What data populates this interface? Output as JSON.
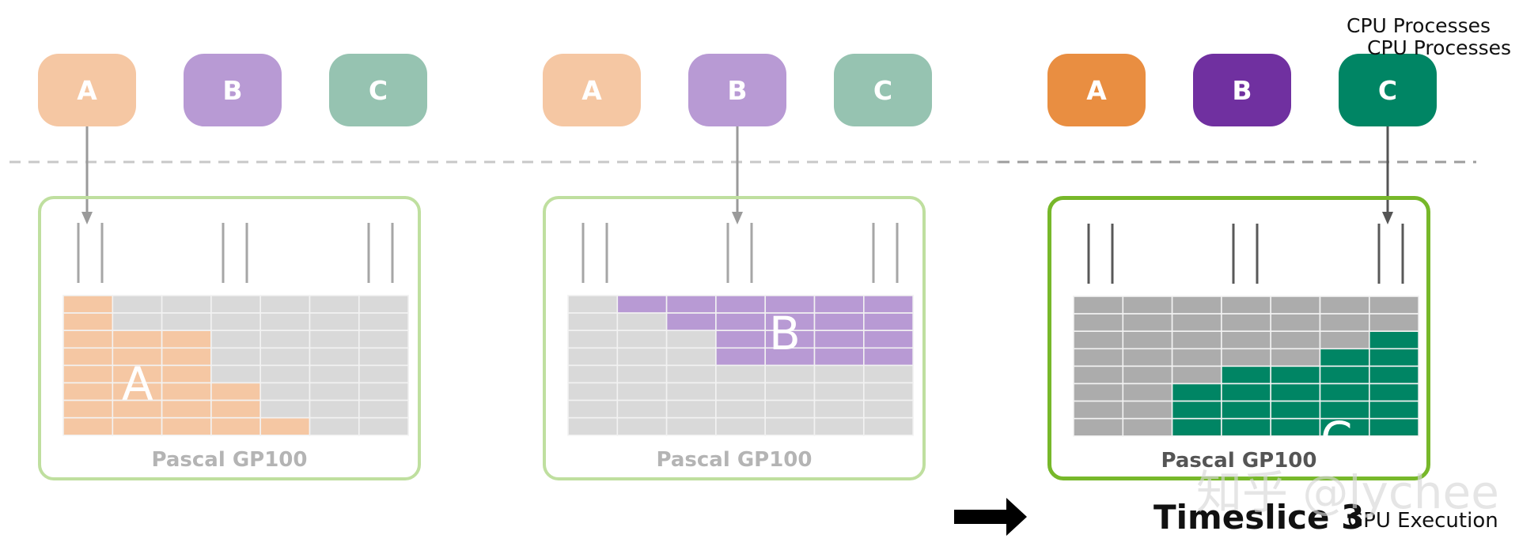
{
  "panels": [
    {
      "processes": [
        {
          "label": "A",
          "color": "#f5c7a3"
        },
        {
          "label": "B",
          "color": "#b89ad4"
        },
        {
          "label": "C",
          "color": "#96c3b1"
        }
      ],
      "gpu_label": "Pascal GP100",
      "active": false,
      "arrow_to_process": "A",
      "grid_letter": "A",
      "fill_color": "#f5c7a3",
      "grid_fill": [
        [
          1,
          0,
          0,
          0,
          0,
          0,
          0
        ],
        [
          1,
          0,
          0,
          0,
          0,
          0,
          0
        ],
        [
          1,
          1,
          1,
          0,
          0,
          0,
          0
        ],
        [
          1,
          1,
          1,
          0,
          0,
          0,
          0
        ],
        [
          1,
          1,
          1,
          0,
          0,
          0,
          0
        ],
        [
          1,
          1,
          1,
          1,
          0,
          0,
          0
        ],
        [
          1,
          1,
          1,
          1,
          0,
          0,
          0
        ],
        [
          1,
          1,
          1,
          1,
          1,
          0,
          0
        ]
      ]
    },
    {
      "processes": [
        {
          "label": "A",
          "color": "#f5c7a3"
        },
        {
          "label": "B",
          "color": "#b89ad4"
        },
        {
          "label": "C",
          "color": "#96c3b1"
        }
      ],
      "gpu_label": "Pascal GP100",
      "active": false,
      "arrow_to_process": "B",
      "grid_letter": "B",
      "fill_color": "#b89ad4",
      "grid_fill": [
        [
          0,
          1,
          1,
          1,
          1,
          1,
          1
        ],
        [
          0,
          0,
          1,
          1,
          1,
          1,
          1
        ],
        [
          0,
          0,
          0,
          1,
          1,
          1,
          1
        ],
        [
          0,
          0,
          0,
          1,
          1,
          1,
          1
        ],
        [
          0,
          0,
          0,
          0,
          0,
          0,
          0
        ],
        [
          0,
          0,
          0,
          0,
          0,
          0,
          0
        ],
        [
          0,
          0,
          0,
          0,
          0,
          0,
          0
        ],
        [
          0,
          0,
          0,
          0,
          0,
          0,
          0
        ]
      ]
    },
    {
      "processes": [
        {
          "label": "A",
          "color": "#e98e41"
        },
        {
          "label": "B",
          "color": "#7030a0"
        },
        {
          "label": "C",
          "color": "#008564"
        }
      ],
      "gpu_label": "Pascal GP100",
      "active": true,
      "arrow_to_process": "C",
      "grid_letter": "C",
      "fill_color": "#008564",
      "grid_fill": [
        [
          0,
          0,
          0,
          0,
          0,
          0,
          0
        ],
        [
          0,
          0,
          0,
          0,
          0,
          0,
          0
        ],
        [
          0,
          0,
          0,
          0,
          0,
          0,
          1
        ],
        [
          0,
          0,
          0,
          0,
          0,
          1,
          1
        ],
        [
          0,
          0,
          0,
          1,
          1,
          1,
          1
        ],
        [
          0,
          0,
          1,
          1,
          1,
          1,
          1
        ],
        [
          0,
          0,
          1,
          1,
          1,
          1,
          1
        ],
        [
          0,
          0,
          1,
          1,
          1,
          1,
          1
        ]
      ]
    }
  ],
  "labels": {
    "cpu_processes_1": "CPU Processes",
    "cpu_processes_2": "CPU Processes",
    "timeslice": "Timeslice 3",
    "gpu_execution": "GPU Execution",
    "watermark": "知乎 @lychee"
  },
  "colors": {
    "empty_cell": "#d9d9d9",
    "empty_cell_active": "#acacac",
    "grid_line": "#f2f2f2",
    "sm_bar_inactive": "#a6a6a6",
    "sm_bar_active": "#595959",
    "divider": "#c8c8c8",
    "arrow_inactive": "#9a9a9a",
    "arrow_active": "#555555",
    "timeline_arrow": "#000000"
  }
}
